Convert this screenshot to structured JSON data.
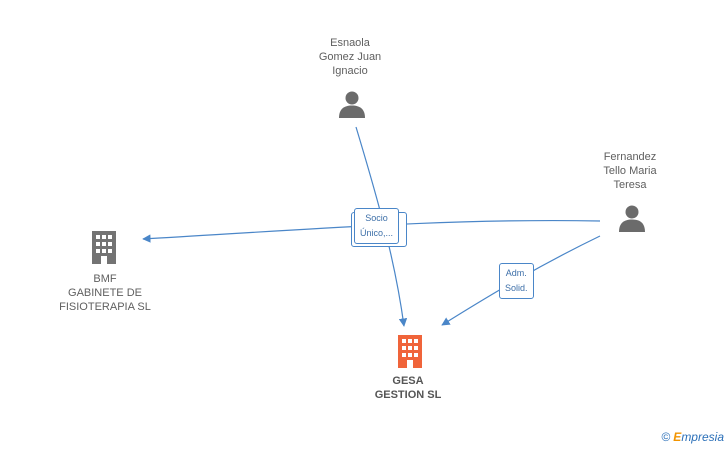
{
  "nodes": {
    "esnaola": {
      "lines": [
        "Esnaola",
        "Gomez Juan",
        "Ignacio"
      ],
      "type": "person",
      "icon": "person-icon"
    },
    "fernandez": {
      "lines": [
        "Fernandez",
        "Tello Maria",
        "Teresa"
      ],
      "type": "person",
      "icon": "person-icon"
    },
    "bmf": {
      "lines": [
        "BMF",
        "GABINETE DE",
        "FISIOTERAPIA SL"
      ],
      "type": "company",
      "icon": "building-icon"
    },
    "gesa": {
      "lines": [
        "GESA",
        "GESTION SL"
      ],
      "type": "company-main",
      "icon": "building-icon"
    }
  },
  "relations": {
    "socio": {
      "lines": [
        "Socio",
        "Único,..."
      ]
    },
    "adm": {
      "lines": [
        "Adm.",
        "Solid."
      ]
    }
  },
  "colors": {
    "edge": "#4a86c8",
    "person": "#6b6b6b",
    "company": "#737373",
    "main_company": "#f0643a"
  },
  "brand": {
    "copyright": "©",
    "e": "E",
    "rest": "mpresia"
  }
}
